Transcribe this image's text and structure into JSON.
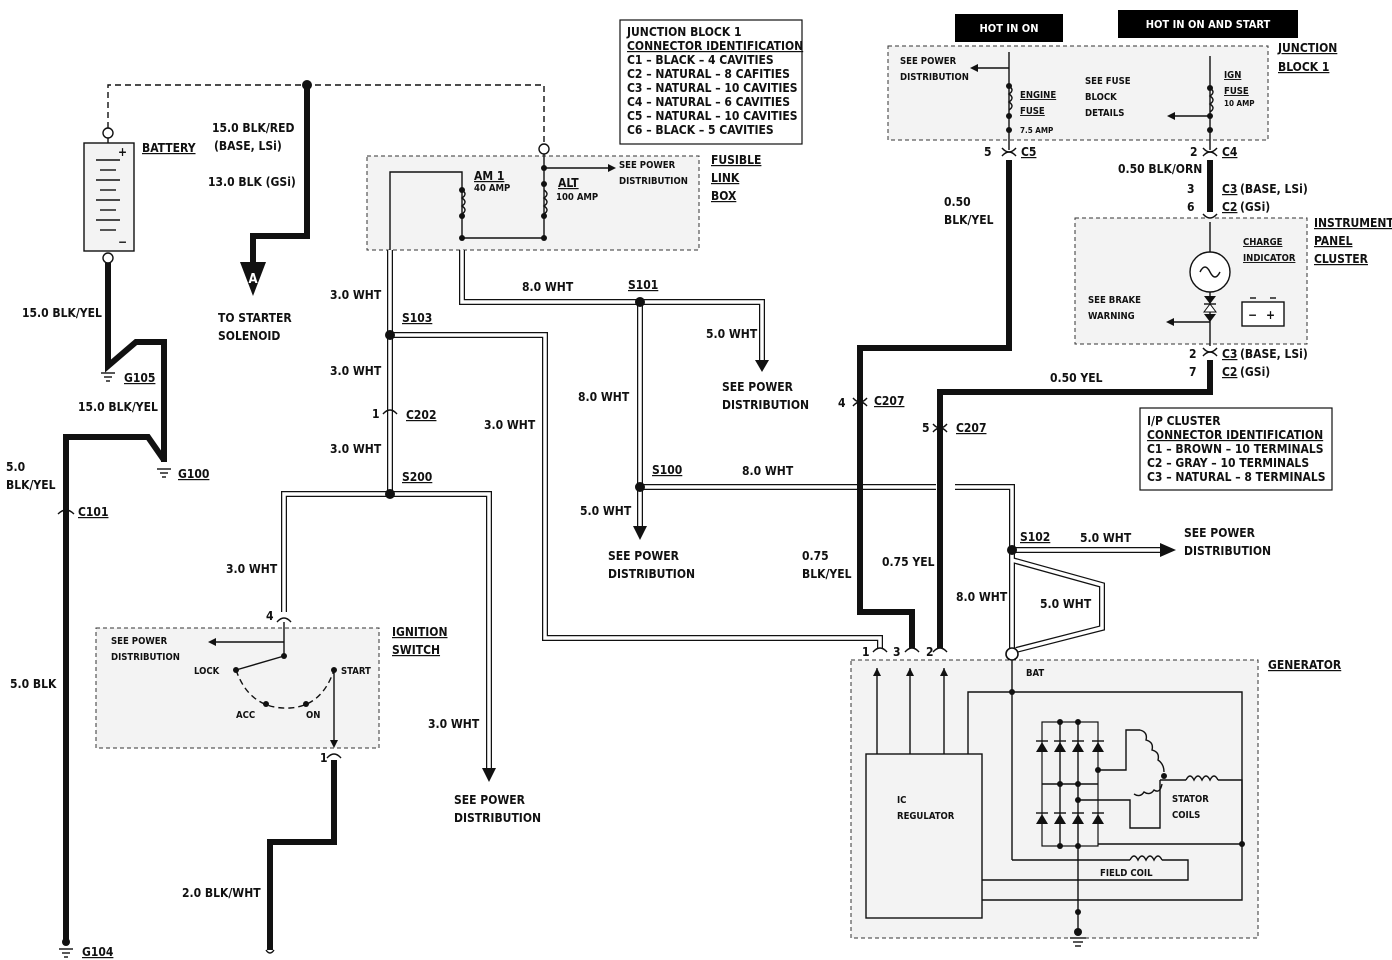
{
  "header": {
    "hot_in_on": "HOT IN ON",
    "hot_in_on_start": "HOT IN ON AND START"
  },
  "junction_block": {
    "title": "JUNCTION BLOCK 1",
    "subtitle": "CONNECTOR IDENTIFICATION",
    "rows": [
      "C1 – BLACK – 4 CAVITIES",
      "C2 – NATURAL – 8 CAFITIES",
      "C3 – NATURAL – 10 CAVITIES",
      "C4 – NATURAL – 6 CAVITIES",
      "C5 – NATURAL – 10 CAVITIES",
      "C6 – BLACK – 5 CAVITIES"
    ],
    "label_line1": "JUNCTION",
    "label_line2": "BLOCK 1"
  },
  "ip_cluster": {
    "title": "I/P CLUSTER",
    "subtitle": "CONNECTOR IDENTIFICATION",
    "rows": [
      "C1 – BROWN – 10 TERMINALS",
      "C2 – GRAY – 10 TERMINALS",
      "C3 – NATURAL – 8 TERMINALS"
    ]
  },
  "components": {
    "battery": "BATTERY",
    "fusible1": "FUSIBLE",
    "fusible2": "LINK",
    "fusible3": "BOX",
    "am1": "AM 1",
    "am1_amp": "40 AMP",
    "alt": "ALT",
    "alt_amp": "100 AMP",
    "ignition1": "IGNITION",
    "ignition2": "SWITCH",
    "lock": "LOCK",
    "start": "START",
    "acc": "ACC",
    "on": "ON",
    "generator": "GENERATOR",
    "bat": "BAT",
    "ic": "IC",
    "regulator": "REGULATOR",
    "stator": "STATOR",
    "coils": "COILS",
    "field_coil": "FIELD COIL",
    "engine": "ENGINE",
    "fuse": "FUSE",
    "engine_amp": "7.5 AMP",
    "ign": "IGN",
    "ign_amp": "10 AMP",
    "fuse_block1": "SEE FUSE",
    "fuse_block2": "BLOCK",
    "fuse_block3": "DETAILS",
    "cluster1": "INSTRUMENT",
    "cluster2": "PANEL",
    "cluster3": "CLUSTER",
    "charge1": "CHARGE",
    "charge2": "INDICATOR",
    "brake1": "SEE BRAKE",
    "brake2": "WARNING",
    "starter1": "TO STARTER",
    "starter2": "SOLENOID",
    "connector_a": "A"
  },
  "see_power": {
    "line1": "SEE POWER",
    "line2": "DISTRIBUTION"
  },
  "wires": {
    "w_15_blk_red": "15.0 BLK/RED",
    "w_base_lsi": "(BASE, LSi)",
    "w_13_blk": "13.0 BLK (GSi)",
    "w_15_blk_yel": "15.0 BLK/YEL",
    "w_5_0": "5.0",
    "w_blk_yel": "BLK/YEL",
    "w_5_blk": "5.0 BLK",
    "w_3_wht": "3.0 WHT",
    "w_8_wht": "8.0 WHT",
    "w_5_wht": "5.0 WHT",
    "w_2_blk_wht": "2.0 BLK/WHT",
    "w_050": "0.50",
    "w_050_blk_orn": "0.50 BLK/ORN",
    "w_050_yel": "0.50 YEL",
    "w_075": "0.75",
    "w_075_yel": "0.75 YEL"
  },
  "connectors": {
    "g105": "G105",
    "g100": "G100",
    "g104": "G104",
    "c101": "C101",
    "s103": "S103",
    "s200": "S200",
    "c202": "C202",
    "s101": "S101",
    "s100": "S100",
    "s102": "S102",
    "c207": "C207",
    "c5": "C5",
    "c4": "C4",
    "c3": "C3",
    "c2": "C2",
    "c3_base": "(BASE, LSi)",
    "c2_gsi": "(GSi)",
    "p1": "1",
    "p2": "2",
    "p3": "3",
    "p4": "4",
    "p5": "5",
    "p6": "6",
    "p7": "7"
  }
}
